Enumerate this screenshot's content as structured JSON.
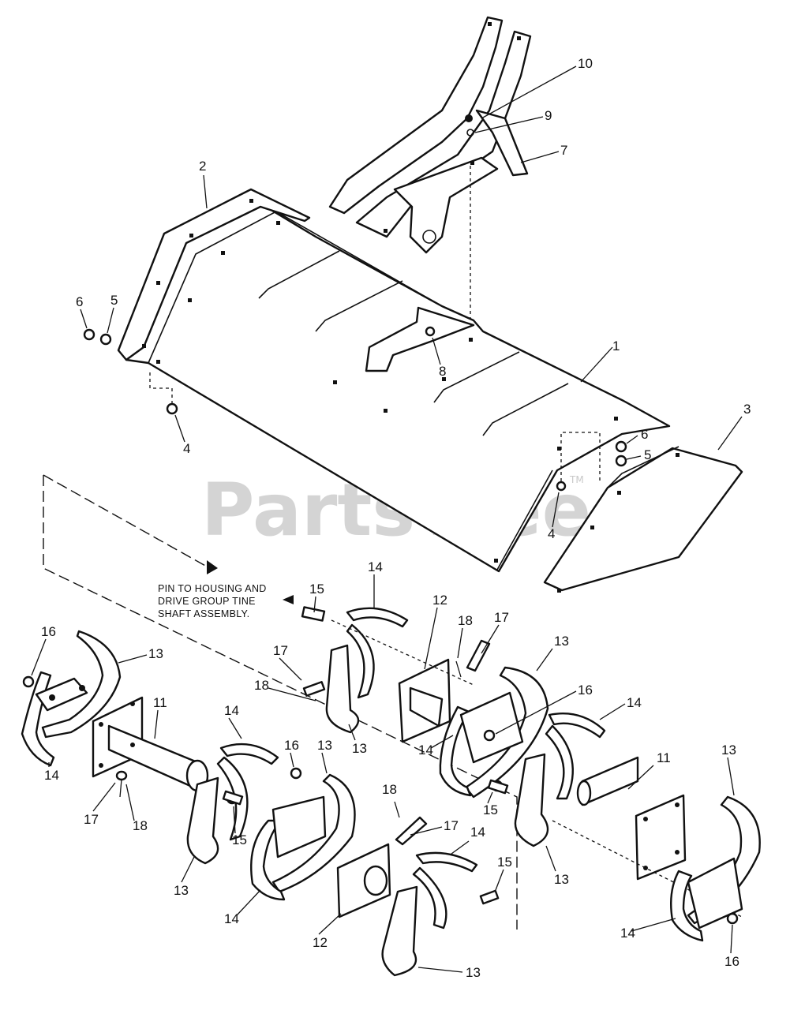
{
  "watermark": {
    "text": "PartsTree",
    "trademark": "TM"
  },
  "note": {
    "lines": [
      "PIN TO HOUSING AND",
      "DRIVE GROUP TINE",
      "SHAFT ASSEMBLY."
    ]
  },
  "callouts": {
    "c1": "1",
    "c2": "2",
    "c3": "3",
    "c4a": "4",
    "c4b": "4",
    "c5a": "5",
    "c5b": "5",
    "c6a": "6",
    "c6b": "6",
    "c7": "7",
    "c8": "8",
    "c9": "9",
    "c10": "10",
    "c11a": "11",
    "c11b": "11",
    "c12a": "12",
    "c12b": "12",
    "c13a": "13",
    "c13b": "13",
    "c13c": "13",
    "c13d": "13",
    "c13e": "13",
    "c13f": "13",
    "c13g": "13",
    "c13h": "13",
    "c14a": "14",
    "c14b": "14",
    "c14c": "14",
    "c14d": "14",
    "c14e": "14",
    "c14f": "14",
    "c14g": "14",
    "c15a": "15",
    "c15b": "15",
    "c15c": "15",
    "c15d": "15",
    "c16a": "16",
    "c16b": "16",
    "c16c": "16",
    "c16d": "16",
    "c17a": "17",
    "c17b": "17",
    "c17c": "17",
    "c17d": "17",
    "c18a": "18",
    "c18b": "18",
    "c18c": "18"
  }
}
